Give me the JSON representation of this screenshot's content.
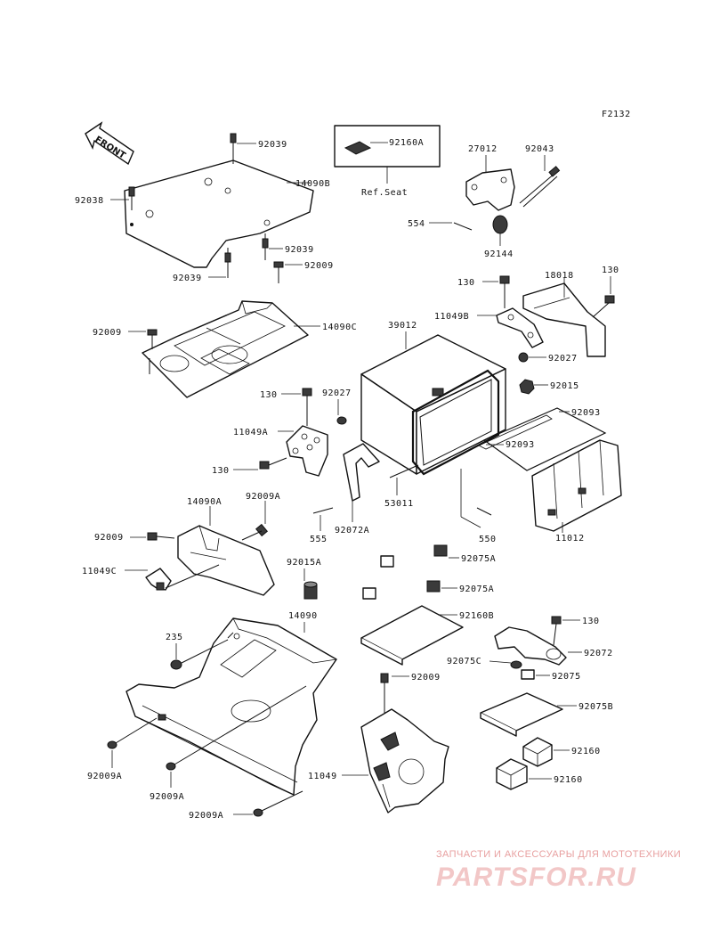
{
  "diagram_code": "F2132",
  "front_label": "FRONT",
  "ref_box_label": "Ref.Seat",
  "watermark": {
    "tagline": "ЗАПЧАСТИ И АКСЕССУАРЫ ДЛЯ МОТОТЕХНИКИ",
    "logo_text": "PARTSFOR.RU",
    "color": "#e8a0a0"
  },
  "labels": {
    "p92039_top": "92039",
    "p14090B": "14090B",
    "p92038": "92038",
    "p92039_mid": "92039",
    "p92039_low": "92039",
    "p92009_a": "92009",
    "p14090C": "14090C",
    "p92009_b": "92009",
    "p92160A": "92160A",
    "p27012": "27012",
    "p92043": "92043",
    "p554": "554",
    "p92144": "92144",
    "p18018": "18018",
    "p130_a": "130",
    "p130_b": "130",
    "p11049B": "11049B",
    "p39012": "39012",
    "p92027_a": "92027",
    "p92015": "92015",
    "p92093_a": "92093",
    "p92093_b": "92093",
    "p130_c": "130",
    "p92027_b": "92027",
    "p11049A": "11049A",
    "p130_d": "130",
    "p53011": "53011",
    "p11012": "11012",
    "p555": "555",
    "p92072A": "92072A",
    "p550": "550",
    "p14090A": "14090A",
    "p92009A_a": "92009A",
    "p92009_c": "92009",
    "p11049C": "11049C",
    "p92015A": "92015A",
    "p92075A_a": "92075A",
    "p92075A_b": "92075A",
    "p14090": "14090",
    "p92160B": "92160B",
    "p235": "235",
    "p130_e": "130",
    "p92072": "92072",
    "p92075C": "92075C",
    "p92075": "92075",
    "p92009_d": "92009",
    "p92075B": "92075B",
    "p92160_a": "92160",
    "p92160_b": "92160",
    "p11049": "11049",
    "p92009A_b": "92009A",
    "p92009A_c": "92009A",
    "p92009A_d": "92009A"
  }
}
